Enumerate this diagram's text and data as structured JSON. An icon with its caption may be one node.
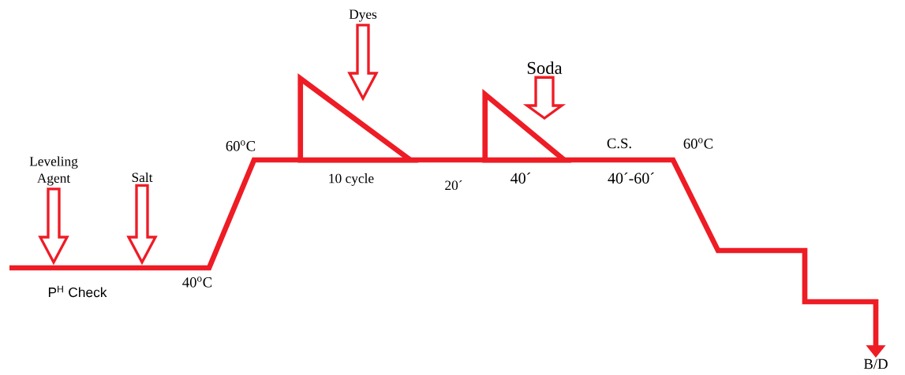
{
  "diagram": {
    "nodes": [
      {
        "text": [
          "Leveling Agent"
        ]
      },
      {
        "text": [
          "Salt"
        ]
      },
      {
        "text": [
          "Dyes"
        ]
      },
      {
        "text": [
          "Soda"
        ]
      },
      {
        "text": [
          "B/D"
        ]
      },
      {
        "text": [],
        "shape": "triangle"
      },
      {
        "text": [],
        "shape": "triangle"
      }
    ],
    "edges": [
      {
        "from": 0,
        "to": null,
        "arrow": "to"
      },
      {
        "from": 1,
        "to": null,
        "arrow": "to"
      },
      {
        "from": 2,
        "to": null,
        "arrow": "to"
      },
      {
        "from": 3,
        "to": null,
        "arrow": "to"
      },
      {
        "from": null,
        "to": 4,
        "arrow": "to"
      }
    ],
    "labels": [
      "60$^{o}$C",
      "C.S.",
      "60$^{o}$C",
      "10 cycle",
      "20´",
      "40´",
      "40´-60´",
      "P$^{H}$ Check",
      "40$^{o}$C"
    ]
  }
}
